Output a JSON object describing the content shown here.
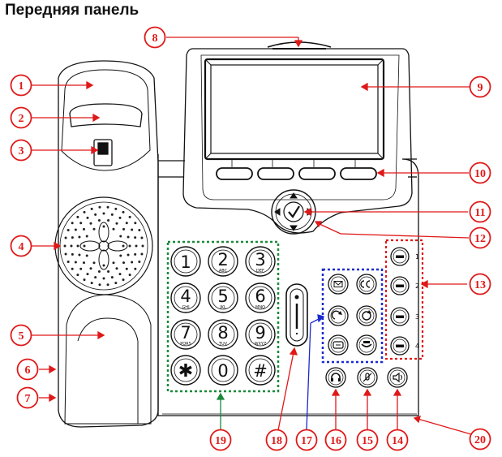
{
  "title": "Передняя панель",
  "colors": {
    "callout": "#e01818",
    "keypad_group": "#1a8a3a",
    "function_group": "#1a2ad0",
    "line_group": "#e01818",
    "outline": "#111111"
  },
  "callouts": [
    "1",
    "2",
    "3",
    "4",
    "5",
    "6",
    "7",
    "8",
    "9",
    "10",
    "11",
    "12",
    "13",
    "14",
    "15",
    "16",
    "17",
    "18",
    "19",
    "20"
  ],
  "keypad": {
    "keys": [
      "1",
      "2",
      "3",
      "4",
      "5",
      "6",
      "7",
      "8",
      "9",
      "✱",
      "0",
      "#"
    ],
    "subs": [
      "",
      "ABC",
      "DEF",
      "GHI",
      "JKL",
      "MNO",
      "PQRS",
      "TUV",
      "WXYZ",
      "",
      "",
      ""
    ]
  },
  "line_keys": [
    "1",
    "2",
    "3",
    "4"
  ],
  "function_icons": [
    "envelope-icon",
    "conference-icon",
    "call-forward-icon",
    "redial-icon",
    "transfer-icon",
    "hold-icon"
  ],
  "bottom_icons": [
    "headset-icon",
    "mute-icon",
    "speaker-icon"
  ]
}
